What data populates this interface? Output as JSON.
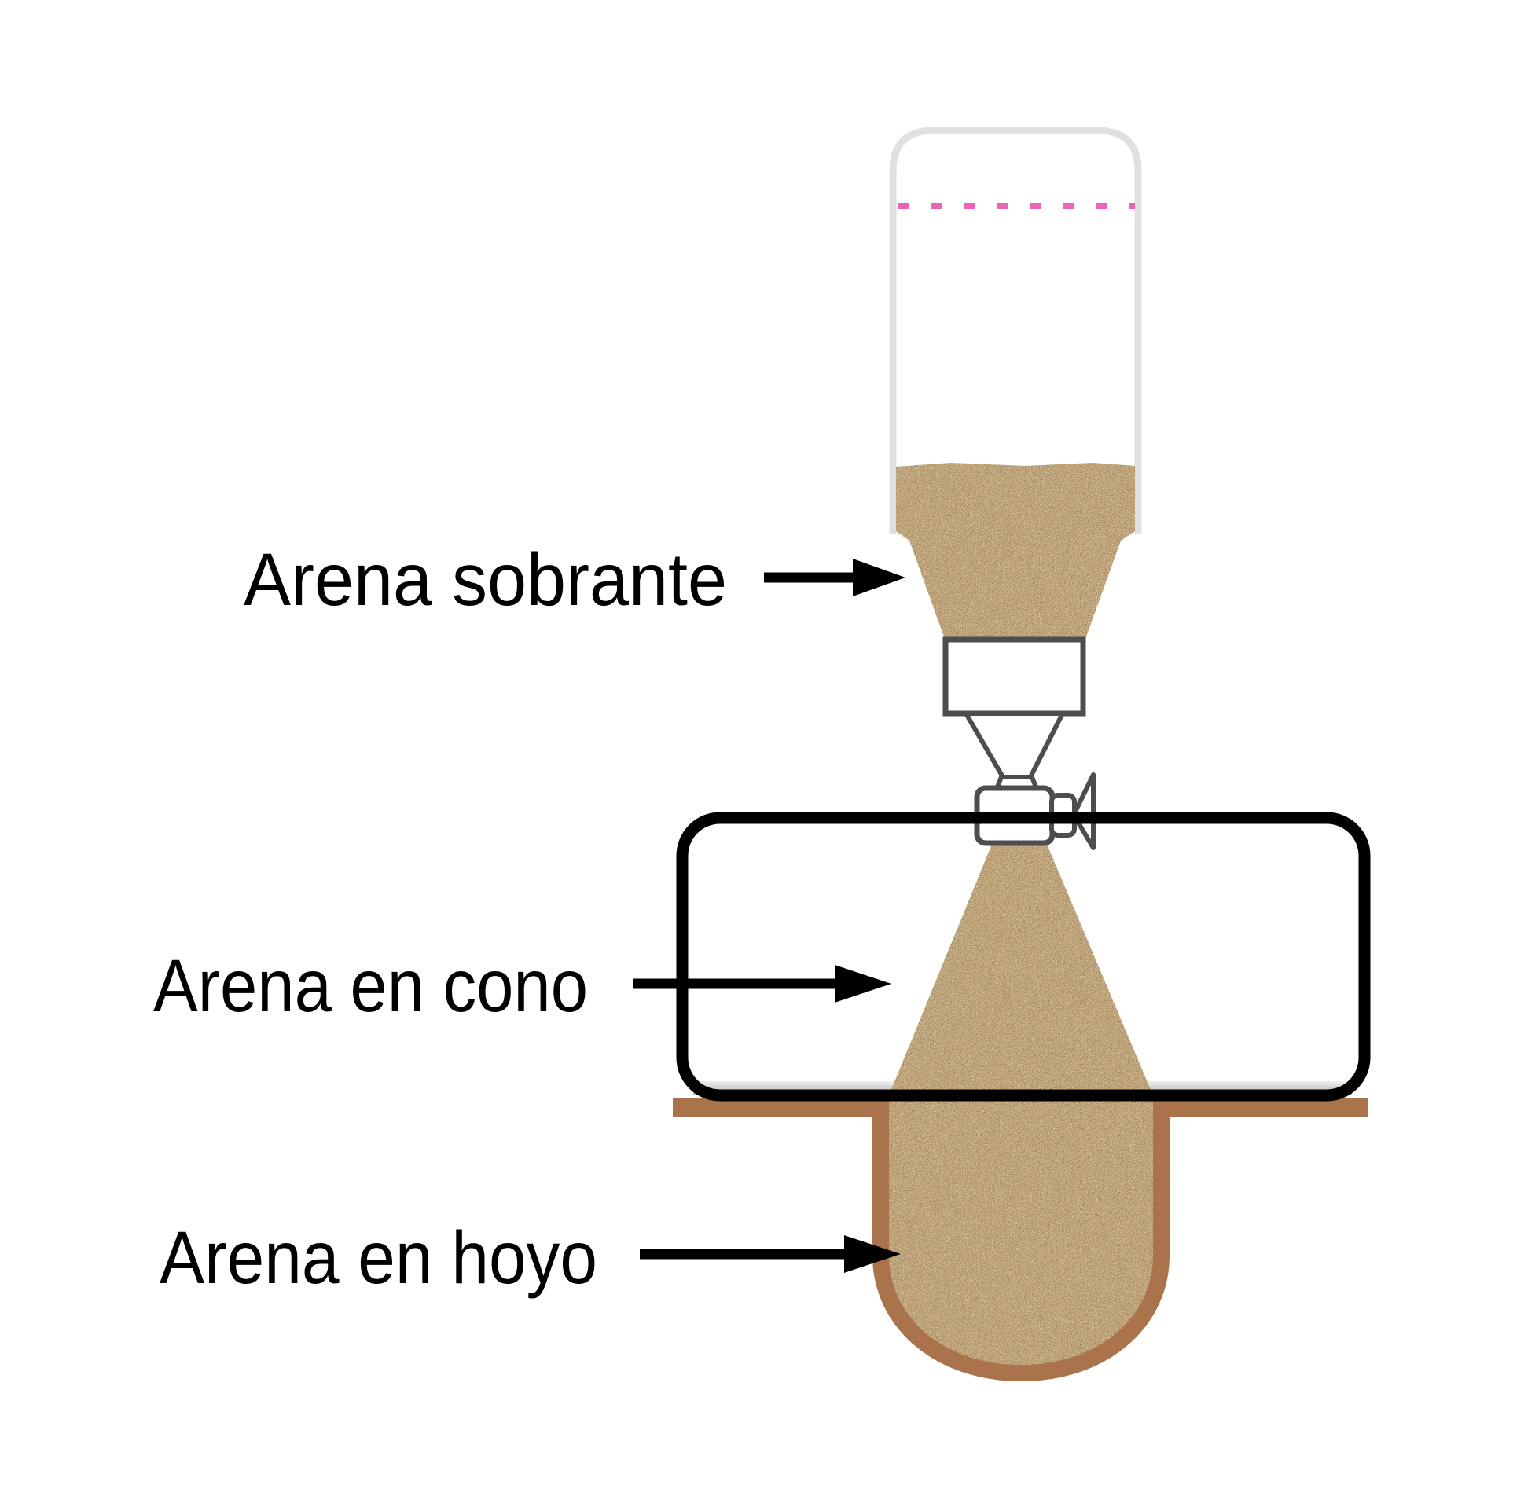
{
  "diagram": {
    "labels": {
      "excess_sand": "Arena sobrante",
      "cone_sand": "Arena en cono",
      "hole_sand": "Arena en hoyo"
    },
    "colors": {
      "sand": "#c5a87b",
      "ground": "#aa734c",
      "bottle_outline": "#e0e0e0",
      "fill_line": "#ec64b4",
      "apparatus_outline": "#4d4d4d",
      "plate_light": "#efefef",
      "plate_dark": "#b5b5b5",
      "box_outline": "#000000",
      "arrow": "#000000",
      "text": "#000000"
    }
  }
}
